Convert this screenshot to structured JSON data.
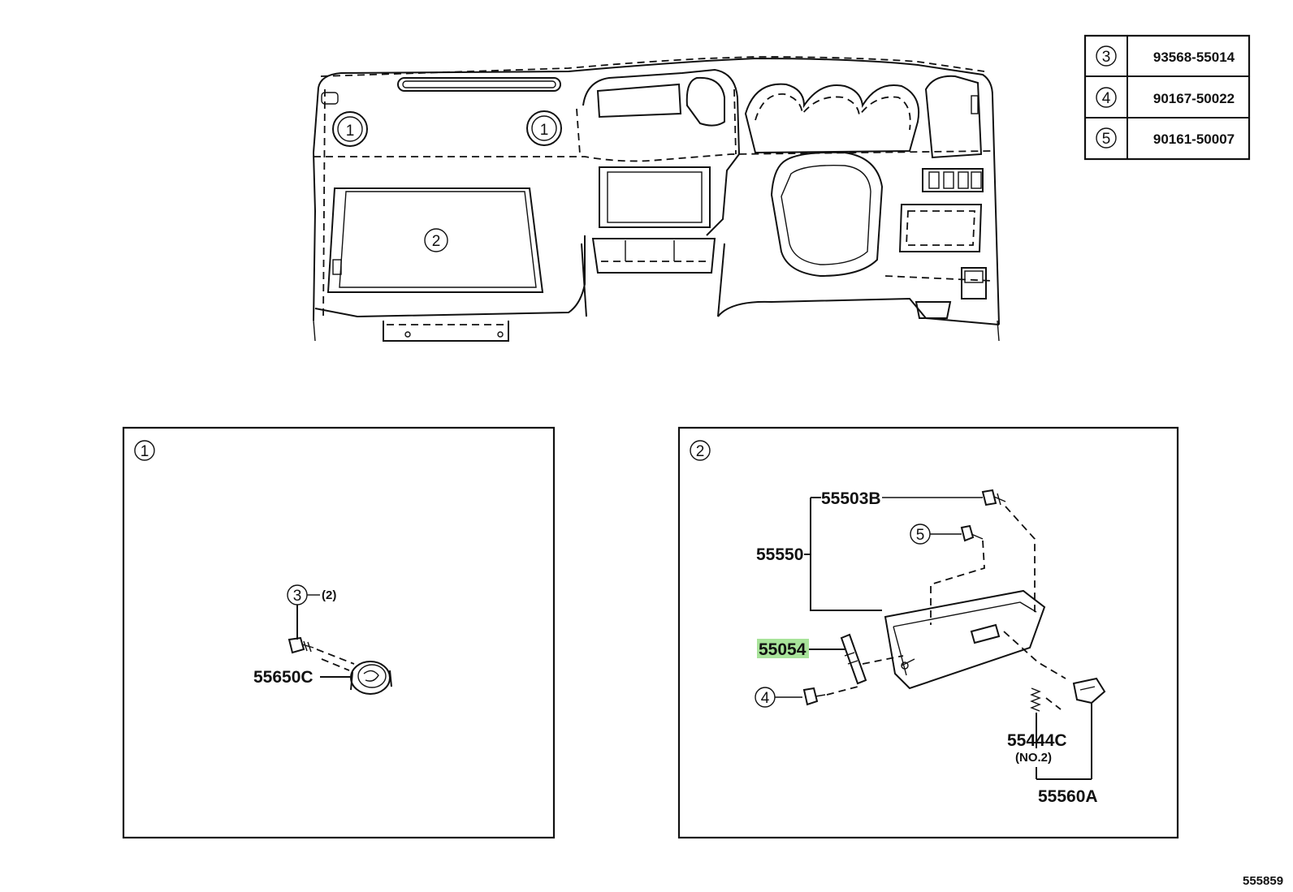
{
  "parts_table": [
    {
      "ref": "3",
      "part_no": "93568-55014"
    },
    {
      "ref": "4",
      "part_no": "90167-50022"
    },
    {
      "ref": "5",
      "part_no": "90161-50007"
    }
  ],
  "overview": {
    "marker_1": "1",
    "marker_1b": "1",
    "marker_2": "2"
  },
  "detail_1": {
    "title": "1",
    "ref_3": "3",
    "qty": "(2)",
    "part_55650C": "55650C"
  },
  "detail_2": {
    "title": "2",
    "part_55503B": "55503B",
    "part_55550": "55550",
    "ref_5": "5",
    "part_55054": "55054",
    "ref_4": "4",
    "part_55444C": "55444C",
    "part_55444C_note": "(NO.2)",
    "part_55560A": "55560A"
  },
  "highlight_color": "#a8e39a",
  "diagram_id": "555859"
}
